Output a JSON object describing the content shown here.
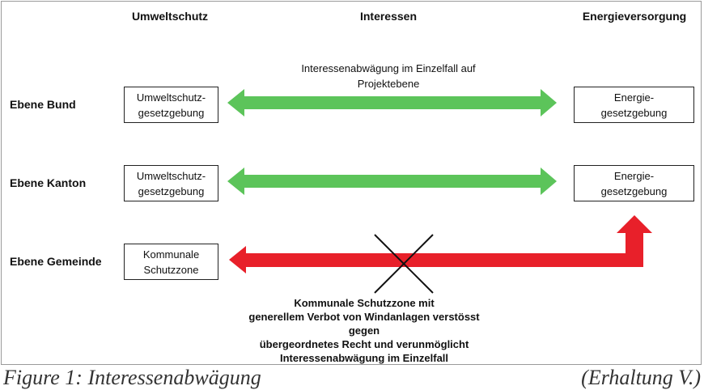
{
  "headers": {
    "left": "Umweltschutz",
    "middle": "Interessen",
    "right": "Energieversorgung"
  },
  "note_top": [
    "Interessenabwägung im Einzelfall auf",
    "Projektebene"
  ],
  "rows": [
    {
      "label": "Ebene Bund",
      "left_box": [
        "Umweltschutz-",
        "gesetzgebung"
      ],
      "right_box": [
        "Energie-",
        "gesetzgebung"
      ],
      "arrow": "double-headed",
      "arrow_color": "#5cc45a"
    },
    {
      "label": "Ebene Kanton",
      "left_box": [
        "Umweltschutz-",
        "gesetzgebung"
      ],
      "right_box": [
        "Energie-",
        "gesetzgebung"
      ],
      "arrow": "double-headed",
      "arrow_color": "#5cc45a"
    },
    {
      "label": "Ebene Gemeinde",
      "left_box": [
        "Kommunale",
        "Schutzzone"
      ],
      "arrow": "elbow-crossed-out",
      "arrow_color": "#e8202a"
    }
  ],
  "note_bottom": [
    "Kommunale Schutzzone mit",
    "generellem Verbot von Windanlagen verstösst gegen",
    "übergeordnetes Recht und verunmöglicht",
    "Interessenabwägung im Einzelfall"
  ],
  "caption": {
    "left": "Figure 1: Interessenabwägung",
    "right": "(Erhaltung V.)"
  }
}
